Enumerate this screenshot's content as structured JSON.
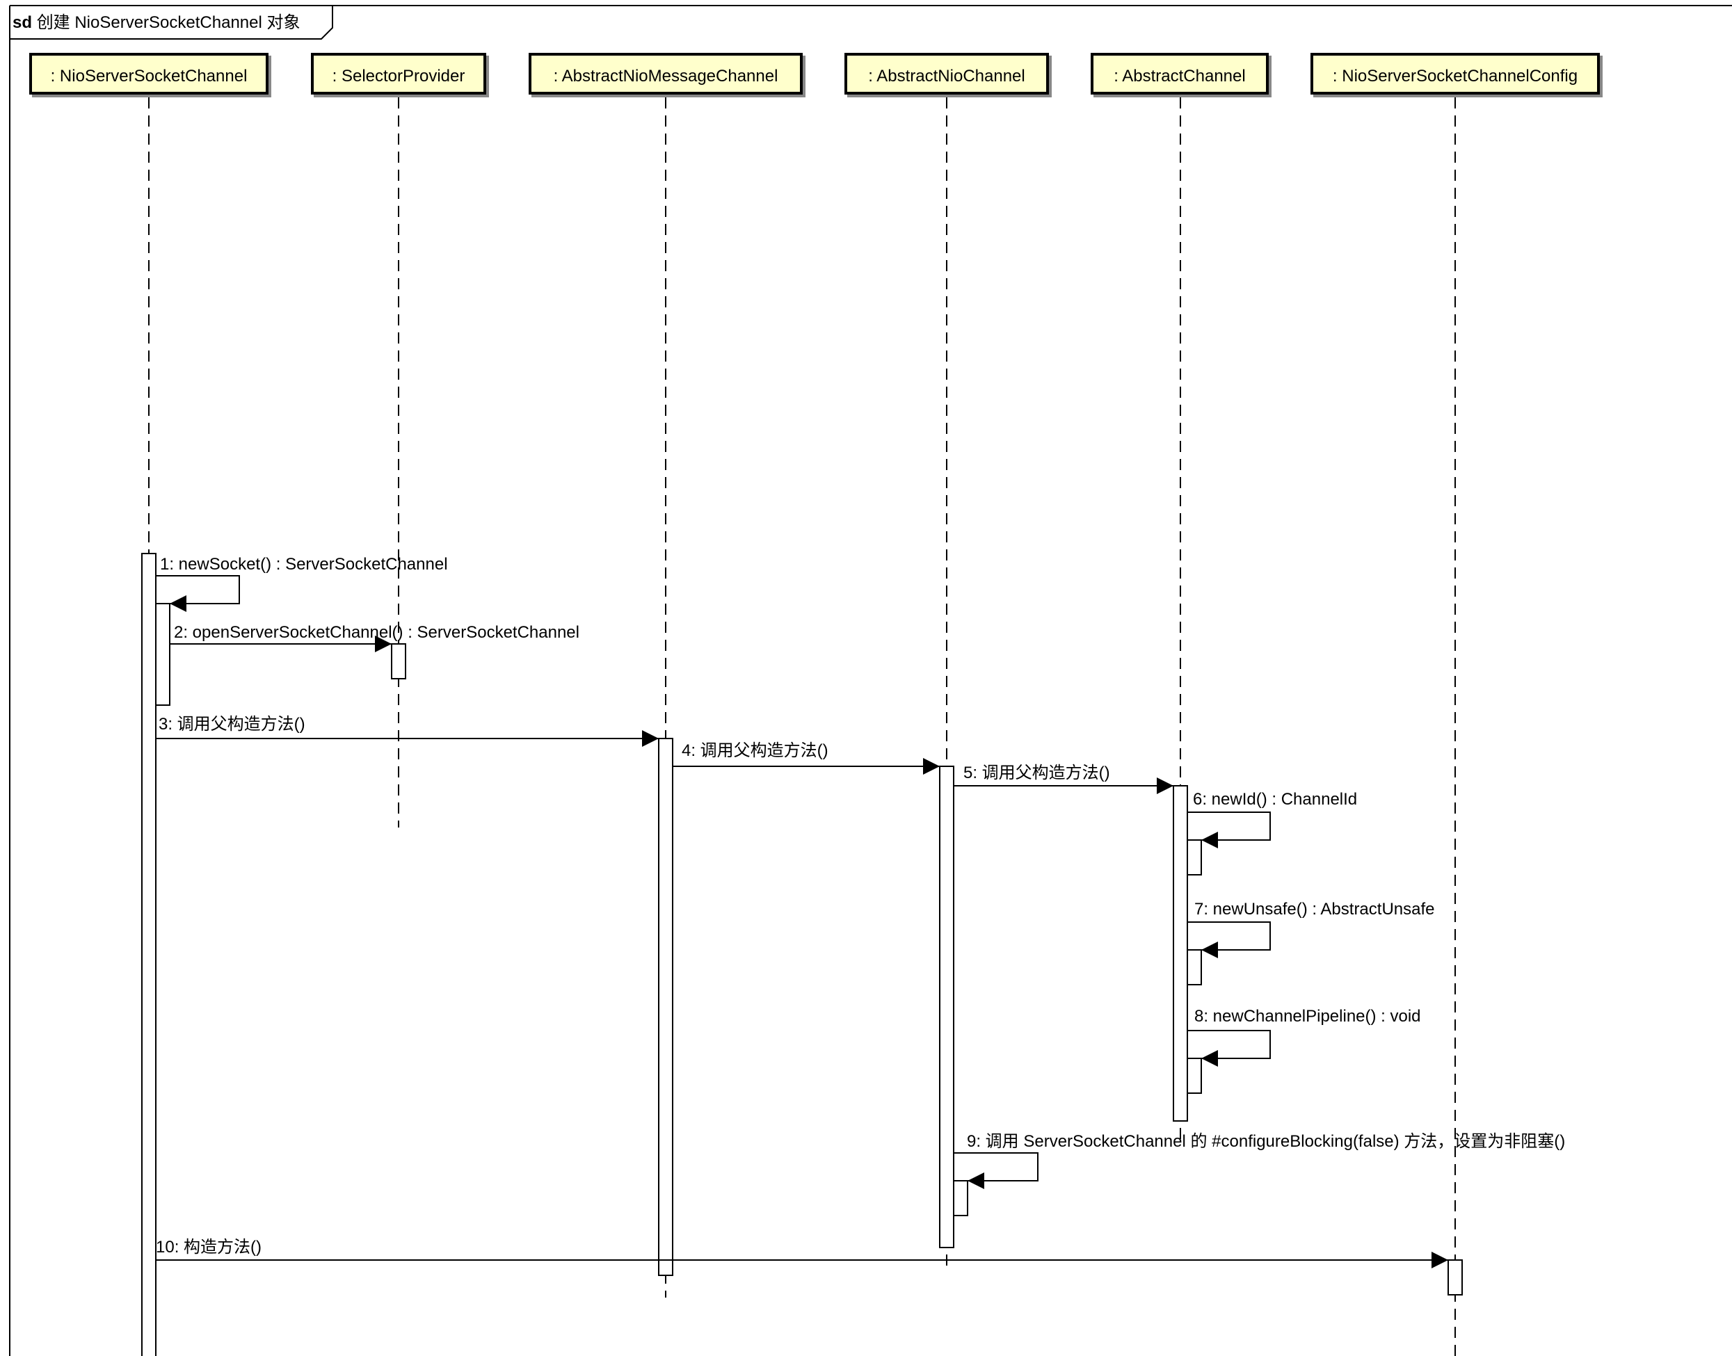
{
  "frame": {
    "keyword": "sd",
    "title": "创建 NioServerSocketChannel 对象"
  },
  "lifelines": [
    {
      "id": "nssc",
      "label": ": NioServerSocketChannel"
    },
    {
      "id": "sp",
      "label": ": SelectorProvider"
    },
    {
      "id": "anmc",
      "label": ": AbstractNioMessageChannel"
    },
    {
      "id": "anc",
      "label": ": AbstractNioChannel"
    },
    {
      "id": "ac",
      "label": ": AbstractChannel"
    },
    {
      "id": "nsscc",
      "label": ": NioServerSocketChannelConfig"
    }
  ],
  "messages": [
    {
      "id": "m1",
      "label": "1: newSocket() : ServerSocketChannel",
      "from": "nssc",
      "to": "nssc",
      "self": true
    },
    {
      "id": "m2",
      "label": "2: openServerSocketChannel() : ServerSocketChannel",
      "from": "nssc",
      "to": "sp"
    },
    {
      "id": "m3",
      "label": "3: 调用父构造方法()",
      "from": "nssc",
      "to": "anmc"
    },
    {
      "id": "m4",
      "label": "4: 调用父构造方法()",
      "from": "anmc",
      "to": "anc"
    },
    {
      "id": "m5",
      "label": "5: 调用父构造方法()",
      "from": "anc",
      "to": "ac"
    },
    {
      "id": "m6",
      "label": "6: newId() : ChannelId",
      "from": "ac",
      "to": "ac",
      "self": true
    },
    {
      "id": "m7",
      "label": "7: newUnsafe() : AbstractUnsafe",
      "from": "ac",
      "to": "ac",
      "self": true
    },
    {
      "id": "m8",
      "label": "8: newChannelPipeline() : void",
      "from": "ac",
      "to": "ac",
      "self": true
    },
    {
      "id": "m9",
      "label": "9: 调用 ServerSocketChannel 的 #configureBlocking(false) 方法，设置为非阻塞()",
      "from": "anc",
      "to": "anc",
      "self": true
    },
    {
      "id": "m10",
      "label": "10: 构造方法()",
      "from": "nssc",
      "to": "nsscc"
    }
  ]
}
